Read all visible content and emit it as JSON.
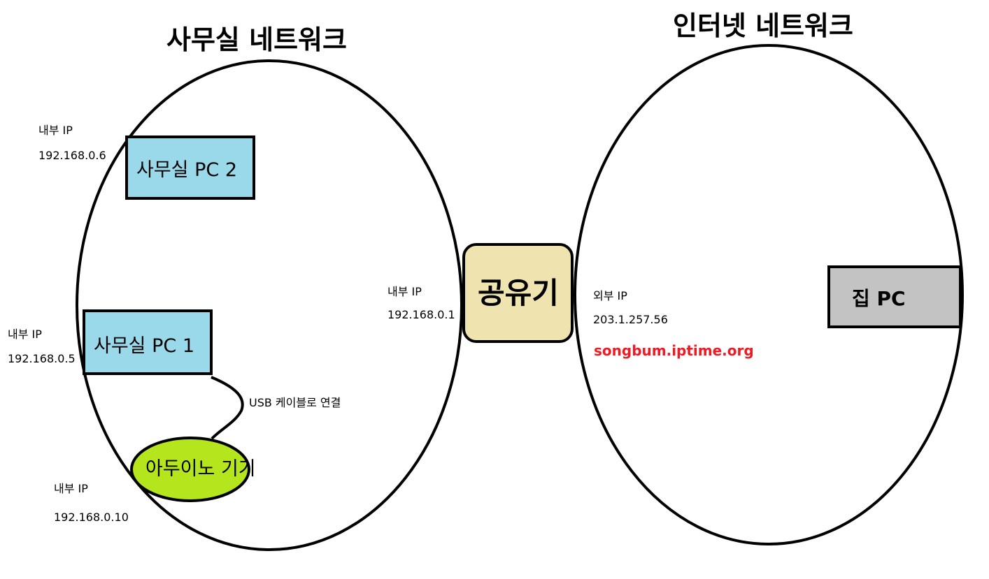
{
  "titles": {
    "office_network": "사무실 네트워크",
    "internet_network": "인터넷 네트워크"
  },
  "nodes": {
    "office_pc2": {
      "label": "사무실 PC 2",
      "ip_label": "내부 IP",
      "ip": "192.168.0.6"
    },
    "office_pc1": {
      "label": "사무실 PC 1",
      "ip_label": "내부 IP",
      "ip": "192.168.0.5"
    },
    "arduino": {
      "label": "아두이노 기기",
      "ip_label": "내부 IP",
      "ip": "192.168.0.10"
    },
    "router": {
      "label": "공유기",
      "inner_ip_label": "내부 IP",
      "inner_ip": "192.168.0.1",
      "outer_ip_label": "외부 IP",
      "outer_ip": "203.1.257.56"
    },
    "home_pc": {
      "label": "집 PC"
    }
  },
  "connection": {
    "usb_label": "USB 케이블로 연결"
  },
  "ddns": {
    "hostname": "songbum.iptime.org"
  },
  "colors": {
    "pc_box": "#99d9ea",
    "arduino": "#b5e61d",
    "router": "#efe4b0",
    "home_pc": "#c3c3c3",
    "ddns_text": "#ed1c24",
    "outline": "#000000"
  }
}
